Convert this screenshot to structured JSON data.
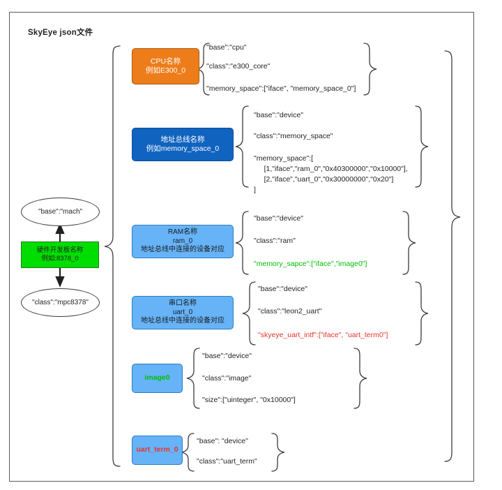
{
  "diagram": {
    "title": "SkyEye json文件",
    "type": "json-structure-diagram",
    "colors": {
      "cpu_box": "#ED7D1A",
      "bus_box": "#1064C0",
      "device_box": "#66B3F7",
      "board_box": "#00DD00",
      "highlight_green": "#00C000",
      "highlight_red": "#E8332A",
      "frame_border": "#585858"
    }
  },
  "board": {
    "box_line1": "硬件开发板名称",
    "box_line2": "例如:8378_0",
    "ellipse_top": "\"base\":\"mach\"",
    "ellipse_bottom": "\"class\":\"mpc8378\""
  },
  "nodes": [
    {
      "id": "cpu",
      "box_line1": "CPU名称",
      "box_line2": "例如E300_0",
      "box_line3": "",
      "attrs": [
        {
          "text": "\"base\":\"cpu\"",
          "color": "default"
        },
        {
          "text": "\"class\":\"e300_core\"",
          "color": "default"
        },
        {
          "text": "\"memory_space\":[\"iface\", \"memory_space_0\"]",
          "color": "default"
        }
      ]
    },
    {
      "id": "memory-space",
      "box_line1": "地址总线名称",
      "box_line2": "例如memory_space_0",
      "box_line3": "",
      "attrs": [
        {
          "text": "\"base\":\"device\"",
          "color": "default"
        },
        {
          "text": "\"class\":\"memory_space\"",
          "color": "default"
        },
        {
          "text": "\"memory_space\":[\n     [1,\"iface\",\"ram_0\",\"0x40300000\",\"0x10000\"],\n     [2,\"iface\",\"uart_0\",\"0x30000000\",\"0x20\"]\n]",
          "color": "default"
        }
      ]
    },
    {
      "id": "ram",
      "box_line1": "RAM名称",
      "box_line2": "ram_0",
      "box_line3": "地址总线中连接的设备对应",
      "attrs": [
        {
          "text": "\"base\":\"device\"",
          "color": "default"
        },
        {
          "text": "\"class\":\"ram\"",
          "color": "default"
        },
        {
          "text": "\"memory_sapce\":[\"iface\",\"image0\"]",
          "color": "green"
        }
      ]
    },
    {
      "id": "uart",
      "box_line1": "串口名称",
      "box_line2": "uart_0",
      "box_line3": "地址总线中连接的设备对应",
      "attrs": [
        {
          "text": "\"base\":\"device\"",
          "color": "default"
        },
        {
          "text": "\"class\":\"leon2_uart\"",
          "color": "default"
        },
        {
          "text": "\"skyeye_uart_intf\":[\"iface\", \"uart_term0\"]",
          "color": "red"
        }
      ]
    },
    {
      "id": "image0",
      "box_line1": "image0",
      "box_line2": "",
      "box_line3": "",
      "attrs": [
        {
          "text": "\"base\":\"device\"",
          "color": "default"
        },
        {
          "text": "\"class\":\"image\"",
          "color": "default"
        },
        {
          "text": "\"size\":[\"uinteger\", \"0x10000\"]",
          "color": "default"
        }
      ]
    },
    {
      "id": "uart_term_0",
      "box_line1": "uart_term_0",
      "box_line2": "",
      "box_line3": "",
      "attrs": [
        {
          "text": "\"base\": \"device\"",
          "color": "default"
        },
        {
          "text": "\"class\":\"uart_term\"",
          "color": "default"
        }
      ]
    }
  ]
}
